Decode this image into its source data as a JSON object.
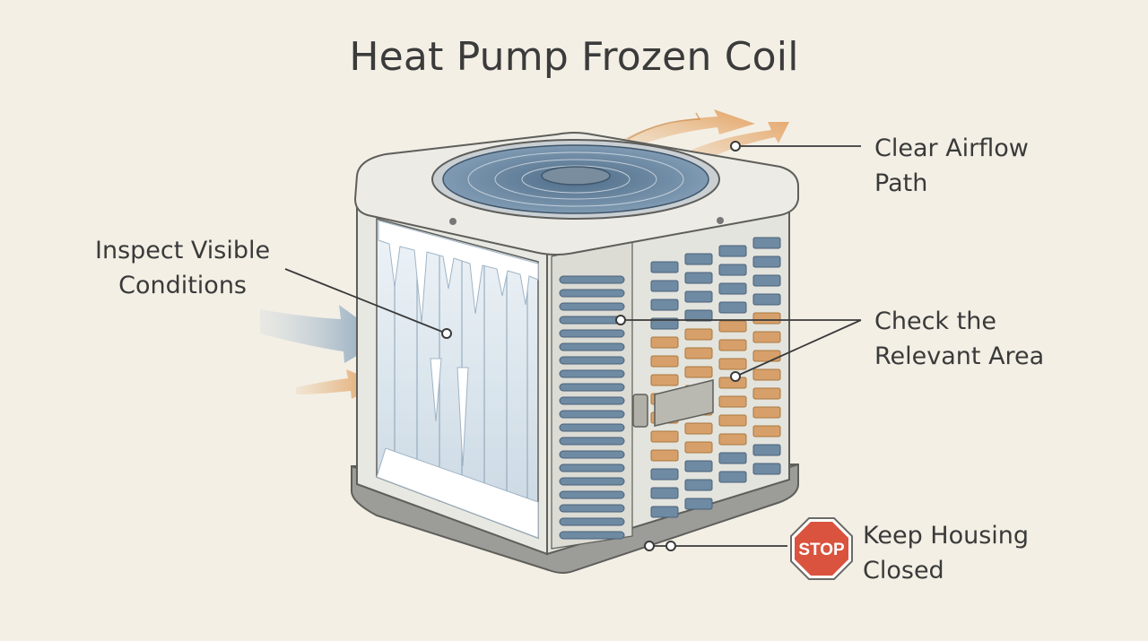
{
  "title": "Heat Pump Frozen Coil",
  "callouts": {
    "airflow": [
      "Clear Airflow",
      "Path"
    ],
    "inspect": [
      "Inspect Visible",
      "Conditions"
    ],
    "check": [
      "Check the",
      "Relevant Area"
    ],
    "housing": [
      "Keep Housing",
      "Closed"
    ]
  },
  "stop_sign": {
    "text": "STOP",
    "color": "#d9533e"
  },
  "colors": {
    "background": "#f3efe5",
    "frost": "#e8f0f5",
    "coil_blue": "#5c7a96",
    "warm_orange": "#e0a86a",
    "housing": "#e4e4de",
    "leader_line": "#3a3a3a"
  },
  "icons": [
    "stop-sign-icon",
    "airflow-arrow-icon",
    "fan-grille-icon"
  ]
}
